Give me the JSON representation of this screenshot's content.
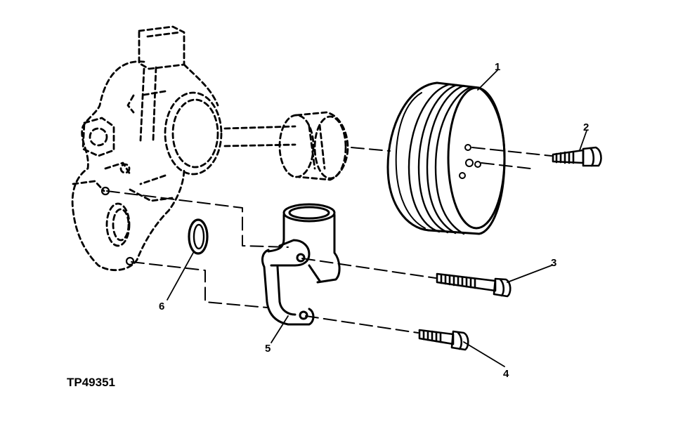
{
  "figure_id": "TP49351",
  "callouts": {
    "c1": "1",
    "c2": "2",
    "c3": "3",
    "c4": "4",
    "c5": "5",
    "c6": "6"
  }
}
